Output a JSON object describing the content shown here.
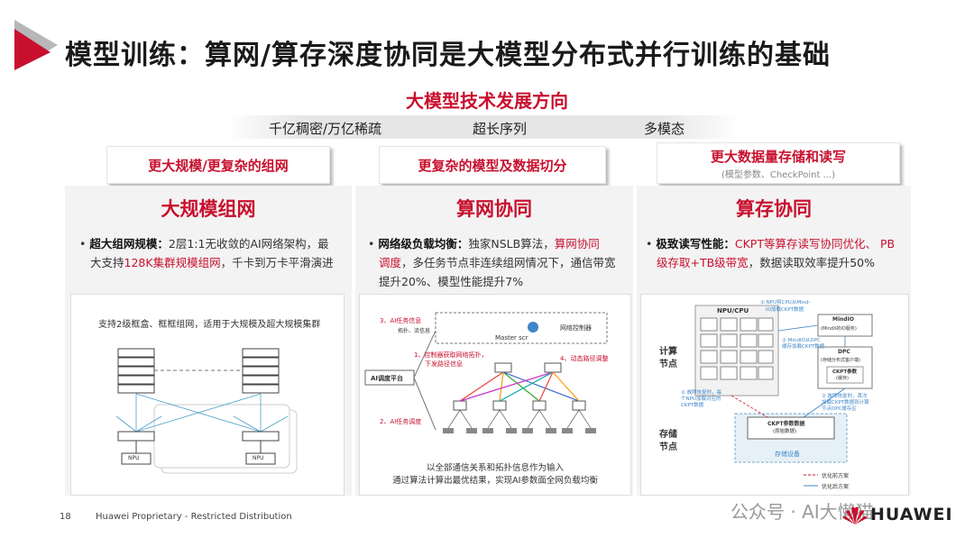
{
  "slide": {
    "title": "模型训练：算网/算存深度协同是大模型分布式并行训练的基础",
    "subtitle": "大模型技术发展方向",
    "trends": [
      "千亿稠密/万亿稀疏",
      "超长序列",
      "多模态"
    ]
  },
  "categories": [
    {
      "label": "更大规模/更复杂的组网",
      "note": ""
    },
    {
      "label": "更复杂的模型及数据切分",
      "note": ""
    },
    {
      "label": "更大数据量存储和读写",
      "note": "(模型参数、CheckPoint ...)"
    }
  ],
  "panels": [
    {
      "title": "大规模组网",
      "bullet_head": "超大组网规模：",
      "bullet_line1_a": "2层1:1无收敛的AI网络架构，最",
      "bullet_line2_a": "大支持",
      "bullet_line2_red": "128K集群规模组网",
      "bullet_line2_b": "，千卡到万卡平滑演进",
      "diagram": {
        "caption": "支持2级框盒、框框组网，适用于大规模及超大规模集群",
        "npu_label": "NPU"
      }
    },
    {
      "title": "算网协同",
      "bullet_head": "网络级负载均衡：",
      "bullet_line1_a": "独家NSLB算法，",
      "bullet_line1_red": "算网协同",
      "bullet_line2_red": "调度",
      "bullet_line2_b": "，多任务节点非连续组网情况下，通信带宽",
      "bullet_line3": "提升20%、模型性能提升7%",
      "diagram": {
        "step3": "3、AI任务信息",
        "step3_sub": "拓扑、流信息",
        "master": "Master scr",
        "network_controller": "网络控制器",
        "step1": "1、控制器获取网络拓扑，",
        "step1_b": "下发路径信息",
        "step4": "4、动态路径调整",
        "platform": "AI调度平台",
        "step2": "2、AI任务调度",
        "caption1": "以全部通信关系和拓扑信息作为输入",
        "caption2": "通过算法计算出最优结果，实现AI参数面全网负载均衡"
      }
    },
    {
      "title": "算存协同",
      "bullet_head": "极致读写性能：",
      "bullet_line1_red": "CKPT等算存读写协同优化、 PB",
      "bullet_line2_red": "级存取+TB级带宽",
      "bullet_line2_b": "，数据读取效率提升50%",
      "diagram": {
        "npu_cpu": "NPU/CPU",
        "compute_node": "计算",
        "compute_node_b": "节点",
        "storage_node": "存储",
        "storage_node_b": "节点",
        "ann1": "① NPU将CPU从Mind-",
        "ann1_b": "IO加载CKPT数据",
        "mindio": "MindIO",
        "mindio_sub": "(MindX的IO服务)",
        "ann2": "② MindIO从DPC",
        "ann2_b": "缓存加载CKPT数据",
        "dpc": "DPC",
        "dpc_sub": "(存储分布式客户端)",
        "ckpt_cache": "CKPT参数",
        "ckpt_cache_b": "(缓存)",
        "ann_fail": "① 故障恢复时，每",
        "ann_fail_b": "个NPU加载对应的",
        "ann_fail_c": "CKPT数据",
        "ann_restore": "② 故障恢复时，首次",
        "ann_restore_b": "加载CKPT数据到计算",
        "ann_restore_c": "节点DPC缓存区",
        "ckpt_data": "CKPT参数数据",
        "ckpt_data_b": "(原始数据)",
        "storage_device": "存储设备",
        "legend_before": "优化前方案",
        "legend_after": "优化后方案"
      }
    }
  ],
  "footer": {
    "page_number": "18",
    "classification": "Huawei Proprietary - Restricted Distribution",
    "watermark": "公众号 · AI大懒猫",
    "brand": "HUAWEI"
  },
  "colors": {
    "accent": "#c8102e",
    "panel_bg": "#f3f3f3"
  }
}
